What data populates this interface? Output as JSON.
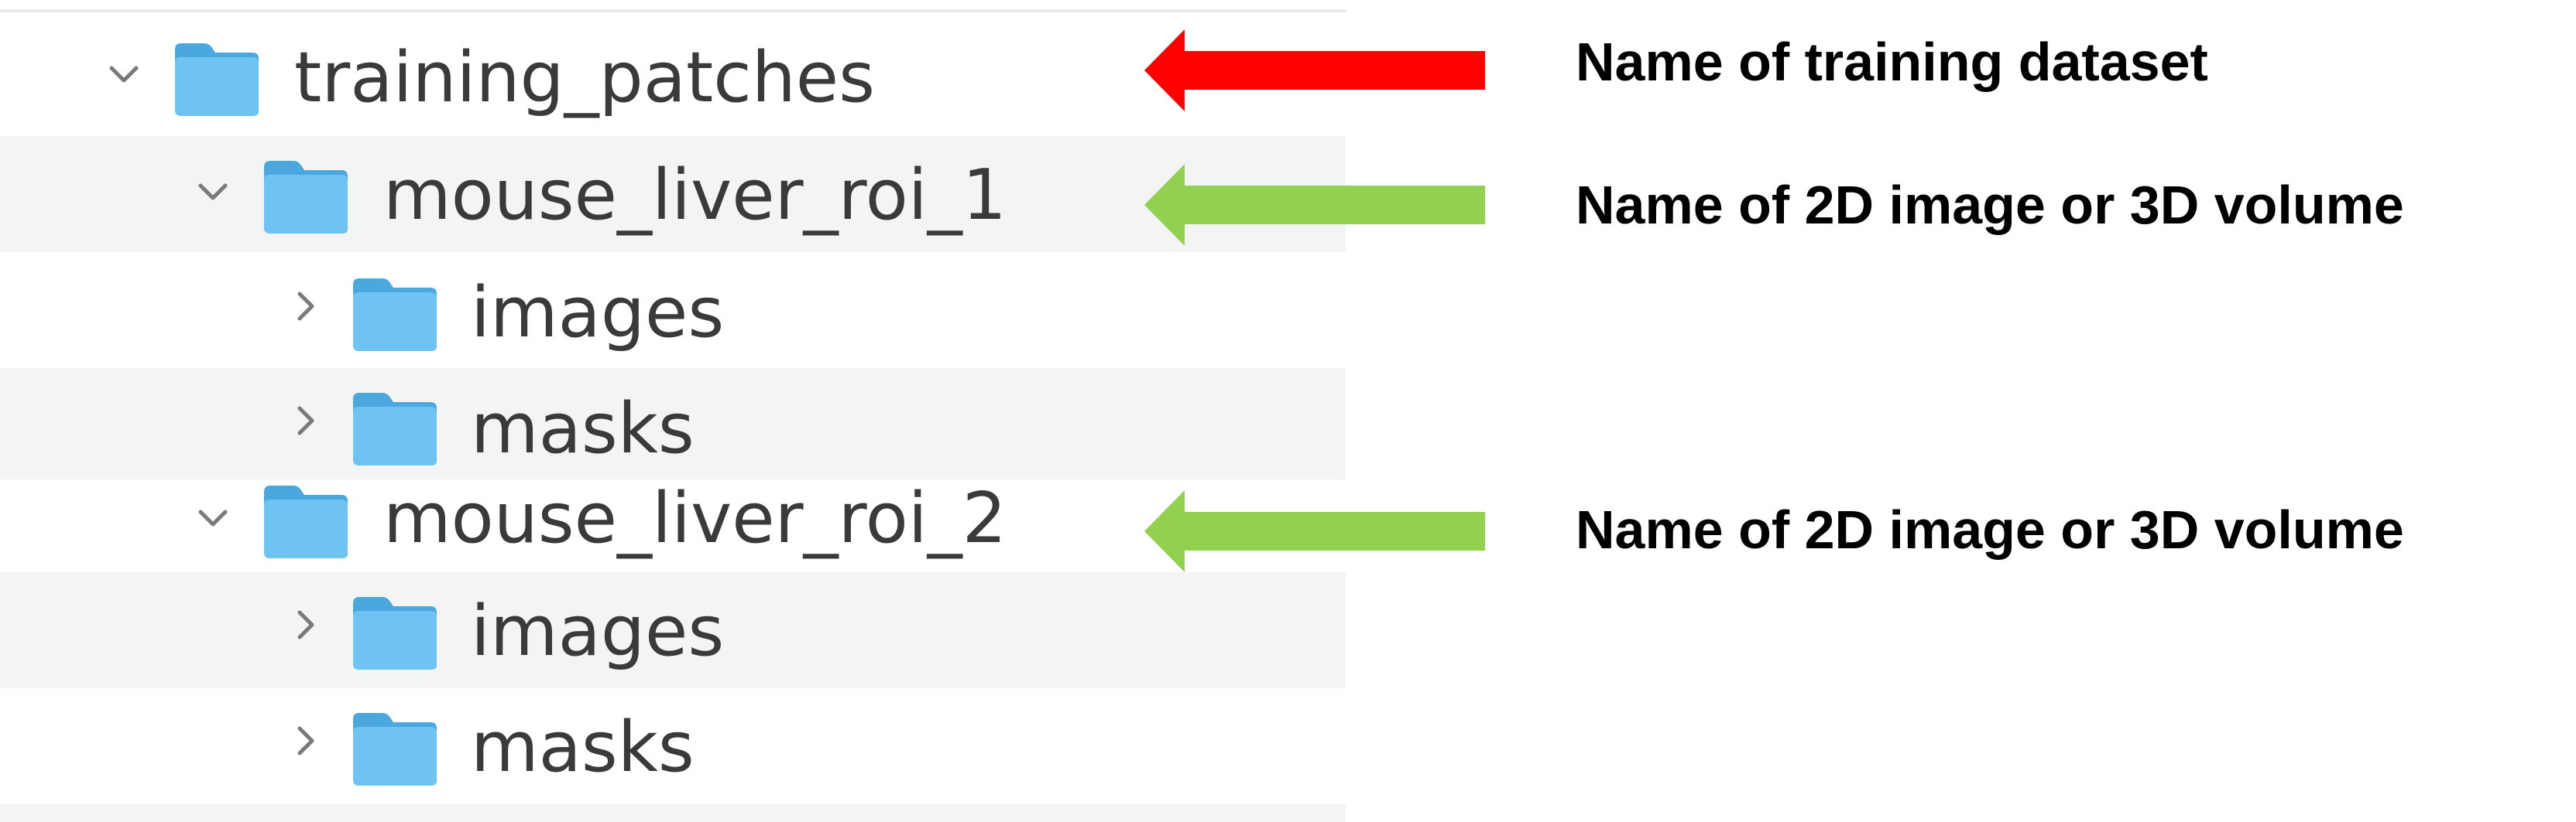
{
  "tree": {
    "root": {
      "label": "training_patches",
      "expanded": true,
      "icon": "folder-icon"
    },
    "children": [
      {
        "label": "mouse_liver_roi_1",
        "expanded": true,
        "children": [
          {
            "label": "images",
            "expanded": false
          },
          {
            "label": "masks",
            "expanded": false
          }
        ]
      },
      {
        "label": "mouse_liver_roi_2",
        "expanded": true,
        "children": [
          {
            "label": "images",
            "expanded": false
          },
          {
            "label": "masks",
            "expanded": false
          }
        ]
      }
    ]
  },
  "annotations": [
    {
      "text": "Name of training dataset",
      "arrow_color": "#ff0000"
    },
    {
      "text": "Name of 2D image or 3D volume",
      "arrow_color": "#92d050"
    },
    {
      "text": "Name of 2D image or 3D volume",
      "arrow_color": "#92d050"
    }
  ],
  "colors": {
    "folder": "#6fc3f2",
    "row_alt": "#f3f4f4",
    "text": "#3a3a3a"
  }
}
